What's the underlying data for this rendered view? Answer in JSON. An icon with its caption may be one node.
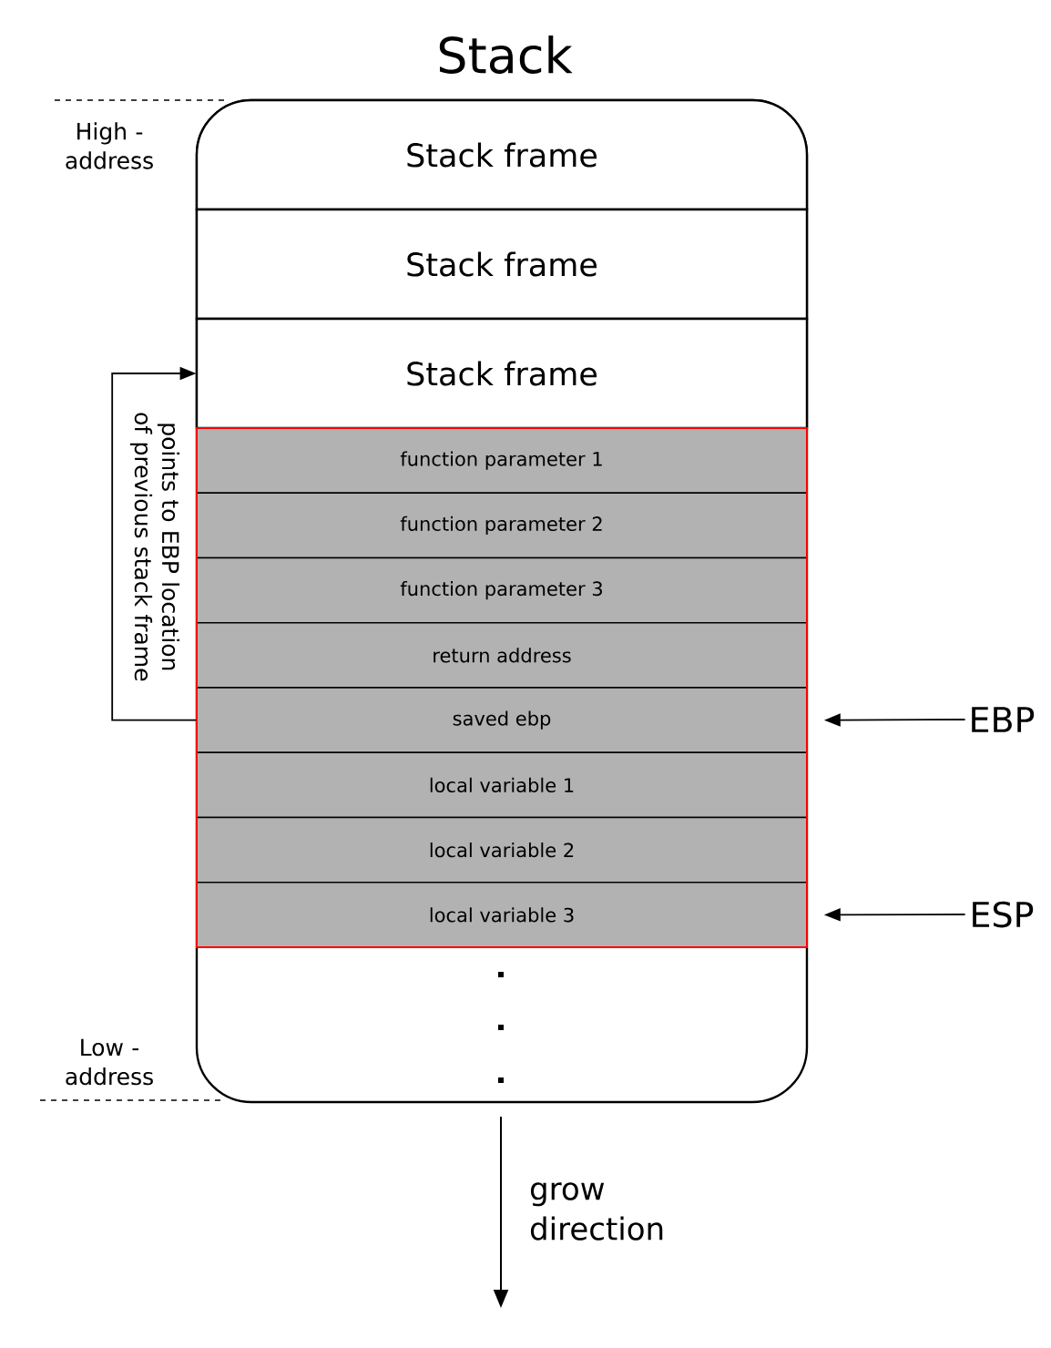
{
  "diagram": {
    "title": "Stack",
    "nodes": [
      {
        "text": [],
        "shape": "box"
      },
      {
        "text": [
          "Stack frame"
        ],
        "in": 0
      },
      {
        "text": [
          "Stack frame"
        ],
        "in": 0
      },
      {
        "text": [
          "Stack frame"
        ],
        "in": 0
      },
      {
        "text": [],
        "shape": "box",
        "in": 0
      },
      {
        "text": [
          "function parameter 1"
        ],
        "in": 4
      },
      {
        "text": [
          "function parameter 2"
        ],
        "in": 4
      },
      {
        "text": [
          "function parameter 3"
        ],
        "in": 4
      },
      {
        "text": [
          "return address"
        ],
        "in": 4
      },
      {
        "text": [
          "saved ebp"
        ],
        "in": 4
      },
      {
        "text": [
          "local variable 1"
        ],
        "in": 4
      },
      {
        "text": [
          "local variable 2"
        ],
        "in": 4
      },
      {
        "text": [
          "local variable 3"
        ],
        "in": 4
      },
      {
        "text": [
          "EBP"
        ]
      },
      {
        "text": [
          "ESP"
        ]
      }
    ],
    "edges": [
      {
        "from": 9,
        "to": 3,
        "arrow": "to",
        "label": "points to EBP location of previous stack frame"
      },
      {
        "from": 13,
        "to": 9,
        "arrow": "to"
      },
      {
        "from": 14,
        "to": 12,
        "arrow": "to"
      }
    ],
    "labels": [
      "High - address",
      "Low - address",
      "grow direction"
    ]
  }
}
